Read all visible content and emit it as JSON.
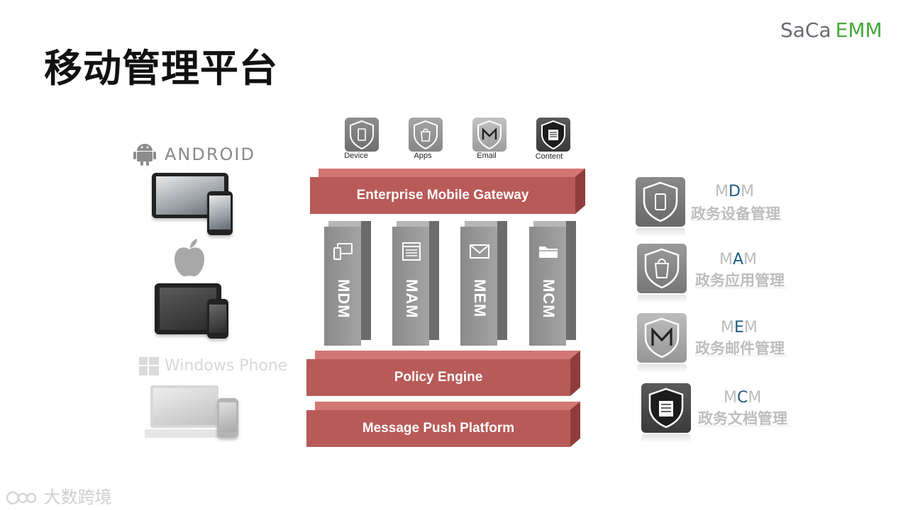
{
  "title": "移动管理平台",
  "logo": {
    "brand": "SaCa",
    "product": "EMM"
  },
  "platforms": {
    "android_label": "ANDROID",
    "windows_label": "Windows Phone"
  },
  "top_modules": [
    {
      "label": "Device",
      "icon": "device-shield-icon"
    },
    {
      "label": "Apps",
      "icon": "apps-shield-icon"
    },
    {
      "label": "Email",
      "icon": "email-shield-icon"
    },
    {
      "label": "Content",
      "icon": "content-shield-icon"
    }
  ],
  "gateway": "Enterprise  Mobile Gateway",
  "pillars": [
    {
      "label": "MDM",
      "icon": "devices-icon"
    },
    {
      "label": "MAM",
      "icon": "app-window-icon"
    },
    {
      "label": "MEM",
      "icon": "envelope-icon"
    },
    {
      "label": "MCM",
      "icon": "folder-icon"
    }
  ],
  "policy_engine": "Policy Engine",
  "push_platform": "Message Push Platform",
  "right_modules": [
    {
      "pre": "M",
      "hl": "D",
      "post": "M",
      "cn": "政务设备管理",
      "icon": "device-shield-icon"
    },
    {
      "pre": "M",
      "hl": "A",
      "post": "M",
      "cn": "政务应用管理",
      "icon": "apps-shield-icon"
    },
    {
      "pre": "M",
      "hl": "E",
      "post": "M",
      "cn": "政务邮件管理",
      "icon": "email-shield-icon"
    },
    {
      "pre": "M",
      "hl": "C",
      "post": "M",
      "cn": "政务文档管理",
      "icon": "content-shield-icon"
    }
  ],
  "watermark": "大数跨境",
  "colors": {
    "bar_red": "#b85a58",
    "pillar_gray": "#8a8a8a",
    "highlight_blue": "#1f5b80",
    "logo_green": "#48a83c"
  }
}
